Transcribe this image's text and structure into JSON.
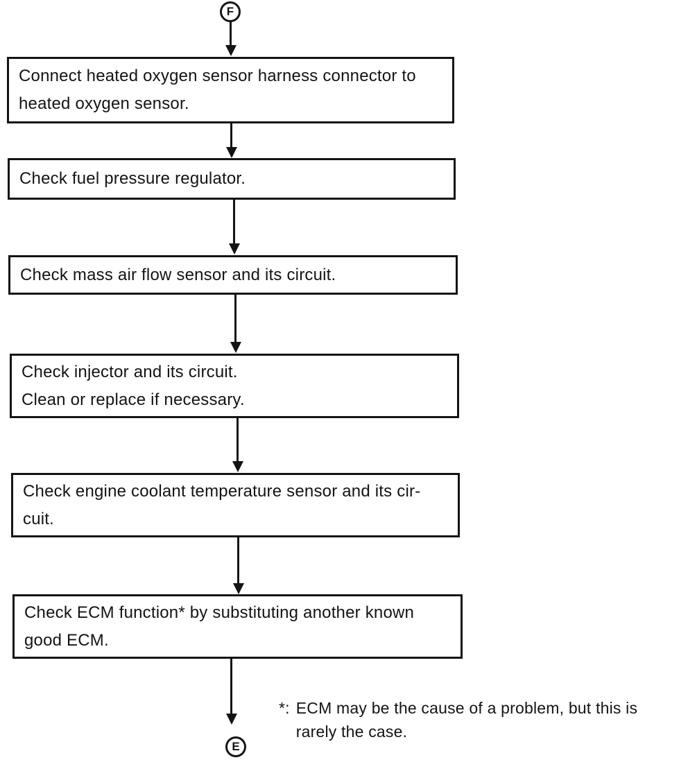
{
  "page": {
    "background_color": "#ffffff",
    "ink_color": "#141414"
  },
  "flowchart": {
    "start_connector": {
      "label": "F"
    },
    "end_connector": {
      "label": "E"
    },
    "steps": [
      {
        "lines": [
          "Connect heated oxygen sensor harness connector to",
          "heated oxygen sensor."
        ]
      },
      {
        "lines": [
          "Check fuel pressure regulator."
        ]
      },
      {
        "lines": [
          "Check mass air flow sensor and its circuit."
        ]
      },
      {
        "lines": [
          "Check injector and its circuit.",
          "Clean or replace if necessary."
        ]
      },
      {
        "lines": [
          "Check engine coolant temperature sensor and its cir-",
          "cuit."
        ]
      },
      {
        "lines": [
          "Check ECM function* by substituting another known",
          "good ECM."
        ]
      }
    ],
    "footnote": {
      "marker": "*:",
      "lines": [
        "ECM may be the cause of a problem, but this is",
        "rarely the case."
      ]
    }
  }
}
